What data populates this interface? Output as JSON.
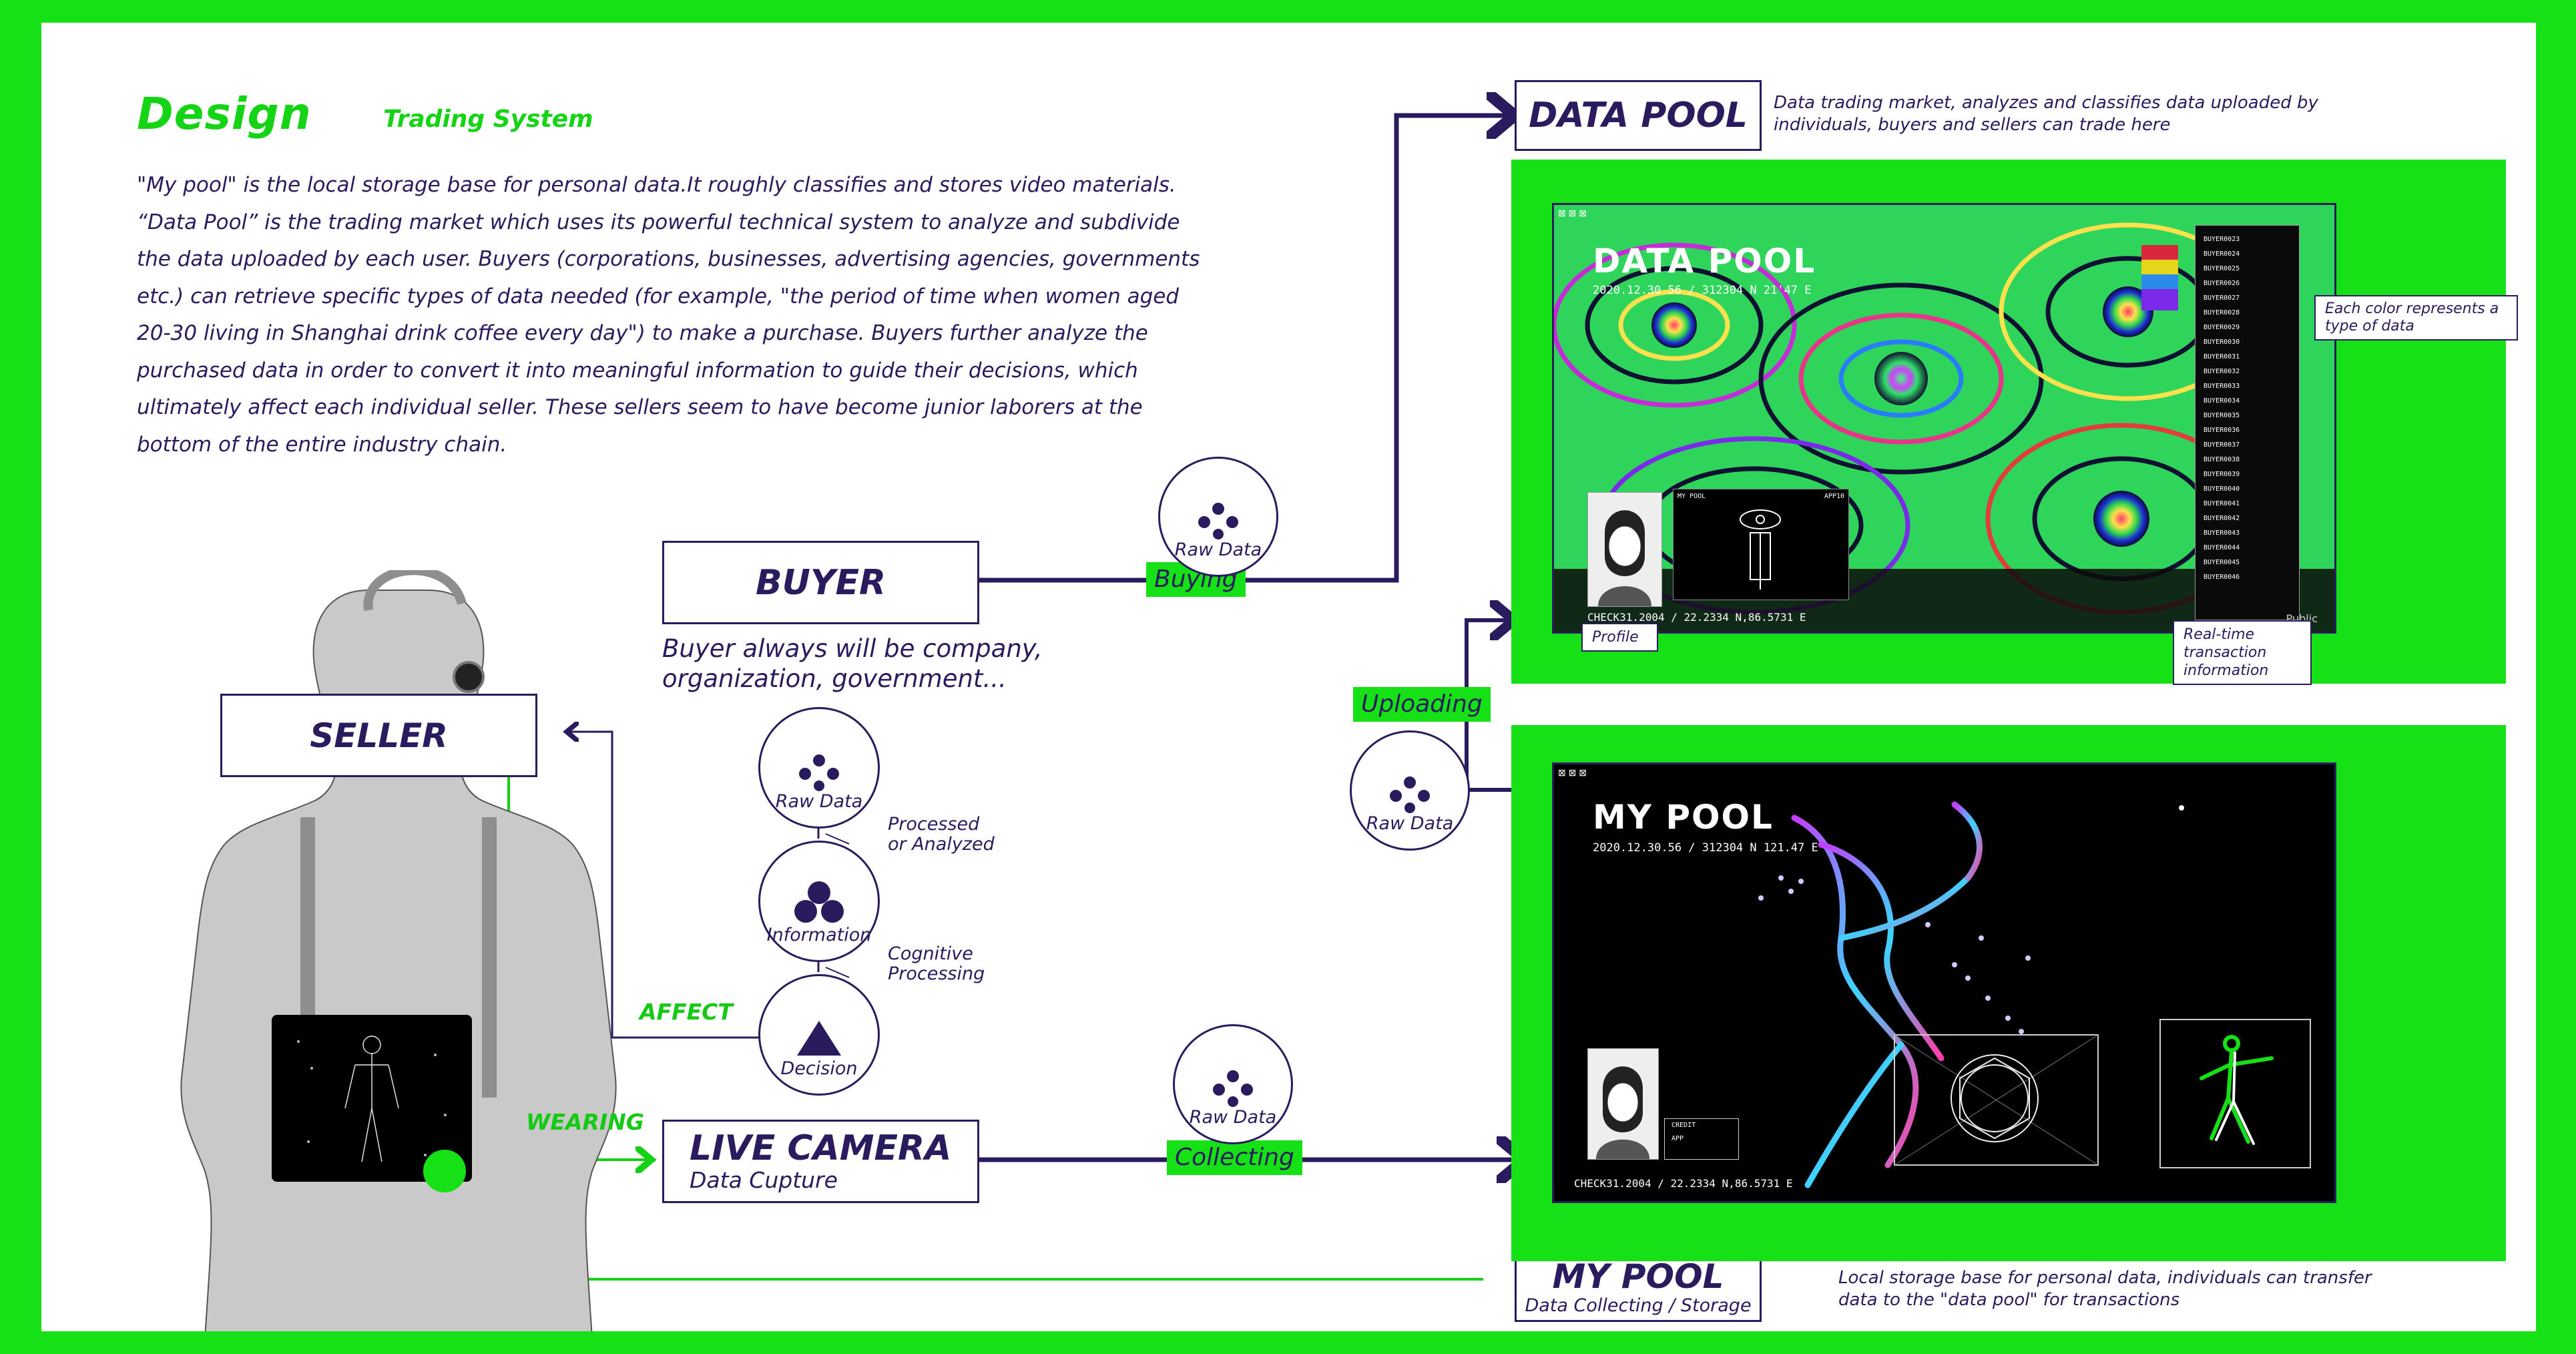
{
  "header": {
    "title": "Design",
    "subtitle": "Trading System"
  },
  "intro": "\"My pool\" is the local storage base for personal data.It roughly classifies and stores video materials. “Data Pool” is the trading market which uses its powerful technical system to analyze and subdivide the data uploaded by each user. Buyers (corporations, businesses, advertising agencies, governments etc.) can retrieve specific types of data needed (for example, \"the period of time when women aged 20-30 living in Shanghai drink coffee every day\") to make a purchase. Buyers further analyze the purchased data in order to convert it into meaningful information to guide their decisions, which ultimately affect each individual seller. These sellers seem to have become junior laborers at the bottom of the entire industry chain.",
  "nodes": {
    "data_pool": {
      "label": "DATA POOL",
      "desc": "Data trading market, analyzes and classifies data uploaded by individuals, buyers and sellers can trade here"
    },
    "buyer": {
      "label": "BUYER",
      "desc": "Buyer always will be company, organization, government..."
    },
    "seller": {
      "label": "SELLER"
    },
    "live_camera": {
      "label": "LIVE CAMERA",
      "sub": "Data Cupture"
    },
    "my_pool": {
      "label": "MY POOL",
      "sub": "Data Collecting / Storage",
      "desc": "Local storage base for personal data, individuals can transfer data to the \"data pool\" for transactions"
    }
  },
  "flow_tags": {
    "buying": "Buying",
    "uploading": "Uploading",
    "collecting": "Collecting"
  },
  "circles": {
    "raw_data_buying": "Raw Data",
    "raw_data_upload": "Raw Data",
    "raw_data_collect": "Raw Data",
    "raw_data_chain": "Raw Data",
    "information": "Information",
    "decision": "Decision"
  },
  "chain_notes": {
    "processed": "Processed\nor Analyzed",
    "cognitive": "Cognitive\nProcessing"
  },
  "edge_labels": {
    "affect": "AFFECT",
    "wearing": "WEARING"
  },
  "callouts": {
    "color": "Each color represents a type of data",
    "profile": "Profile",
    "realtime": "Real-time transaction information"
  },
  "screens": {
    "data_pool": {
      "title": "DATA POOL",
      "meta": "2020.12.30 56 / 312304 N 21'47 E",
      "coords": "CHECK31.2004 / 22.2334 N,86.5731 E",
      "mini_title": "MY POOL",
      "mini_tag": "APP10",
      "corner": "Public",
      "buyers": [
        "BUYER0023",
        "BUYER0024",
        "BUYER0025",
        "BUYER0026",
        "BUYER0027",
        "BUYER0028",
        "BUYER0029",
        "BUYER0030",
        "BUYER0031",
        "BUYER0032",
        "BUYER0033",
        "BUYER0034",
        "BUYER0035",
        "BUYER0036",
        "BUYER0037",
        "BUYER0038",
        "BUYER0039",
        "BUYER0040",
        "BUYER0041",
        "BUYER0042",
        "BUYER0043",
        "BUYER0044",
        "BUYER0045",
        "BUYER0046"
      ],
      "swatch_colors": [
        "#d9273b",
        "#e6d51a",
        "#2a8be8",
        "#7a2ae8"
      ]
    },
    "my_pool": {
      "title": "MY POOL",
      "meta": "2020.12.30.56 / 312304 N 121.47 E",
      "coords": "CHECK31.2004 / 22.2334 N,86.5731 E",
      "credit": "CREDIT",
      "credit_value": "APP"
    }
  }
}
